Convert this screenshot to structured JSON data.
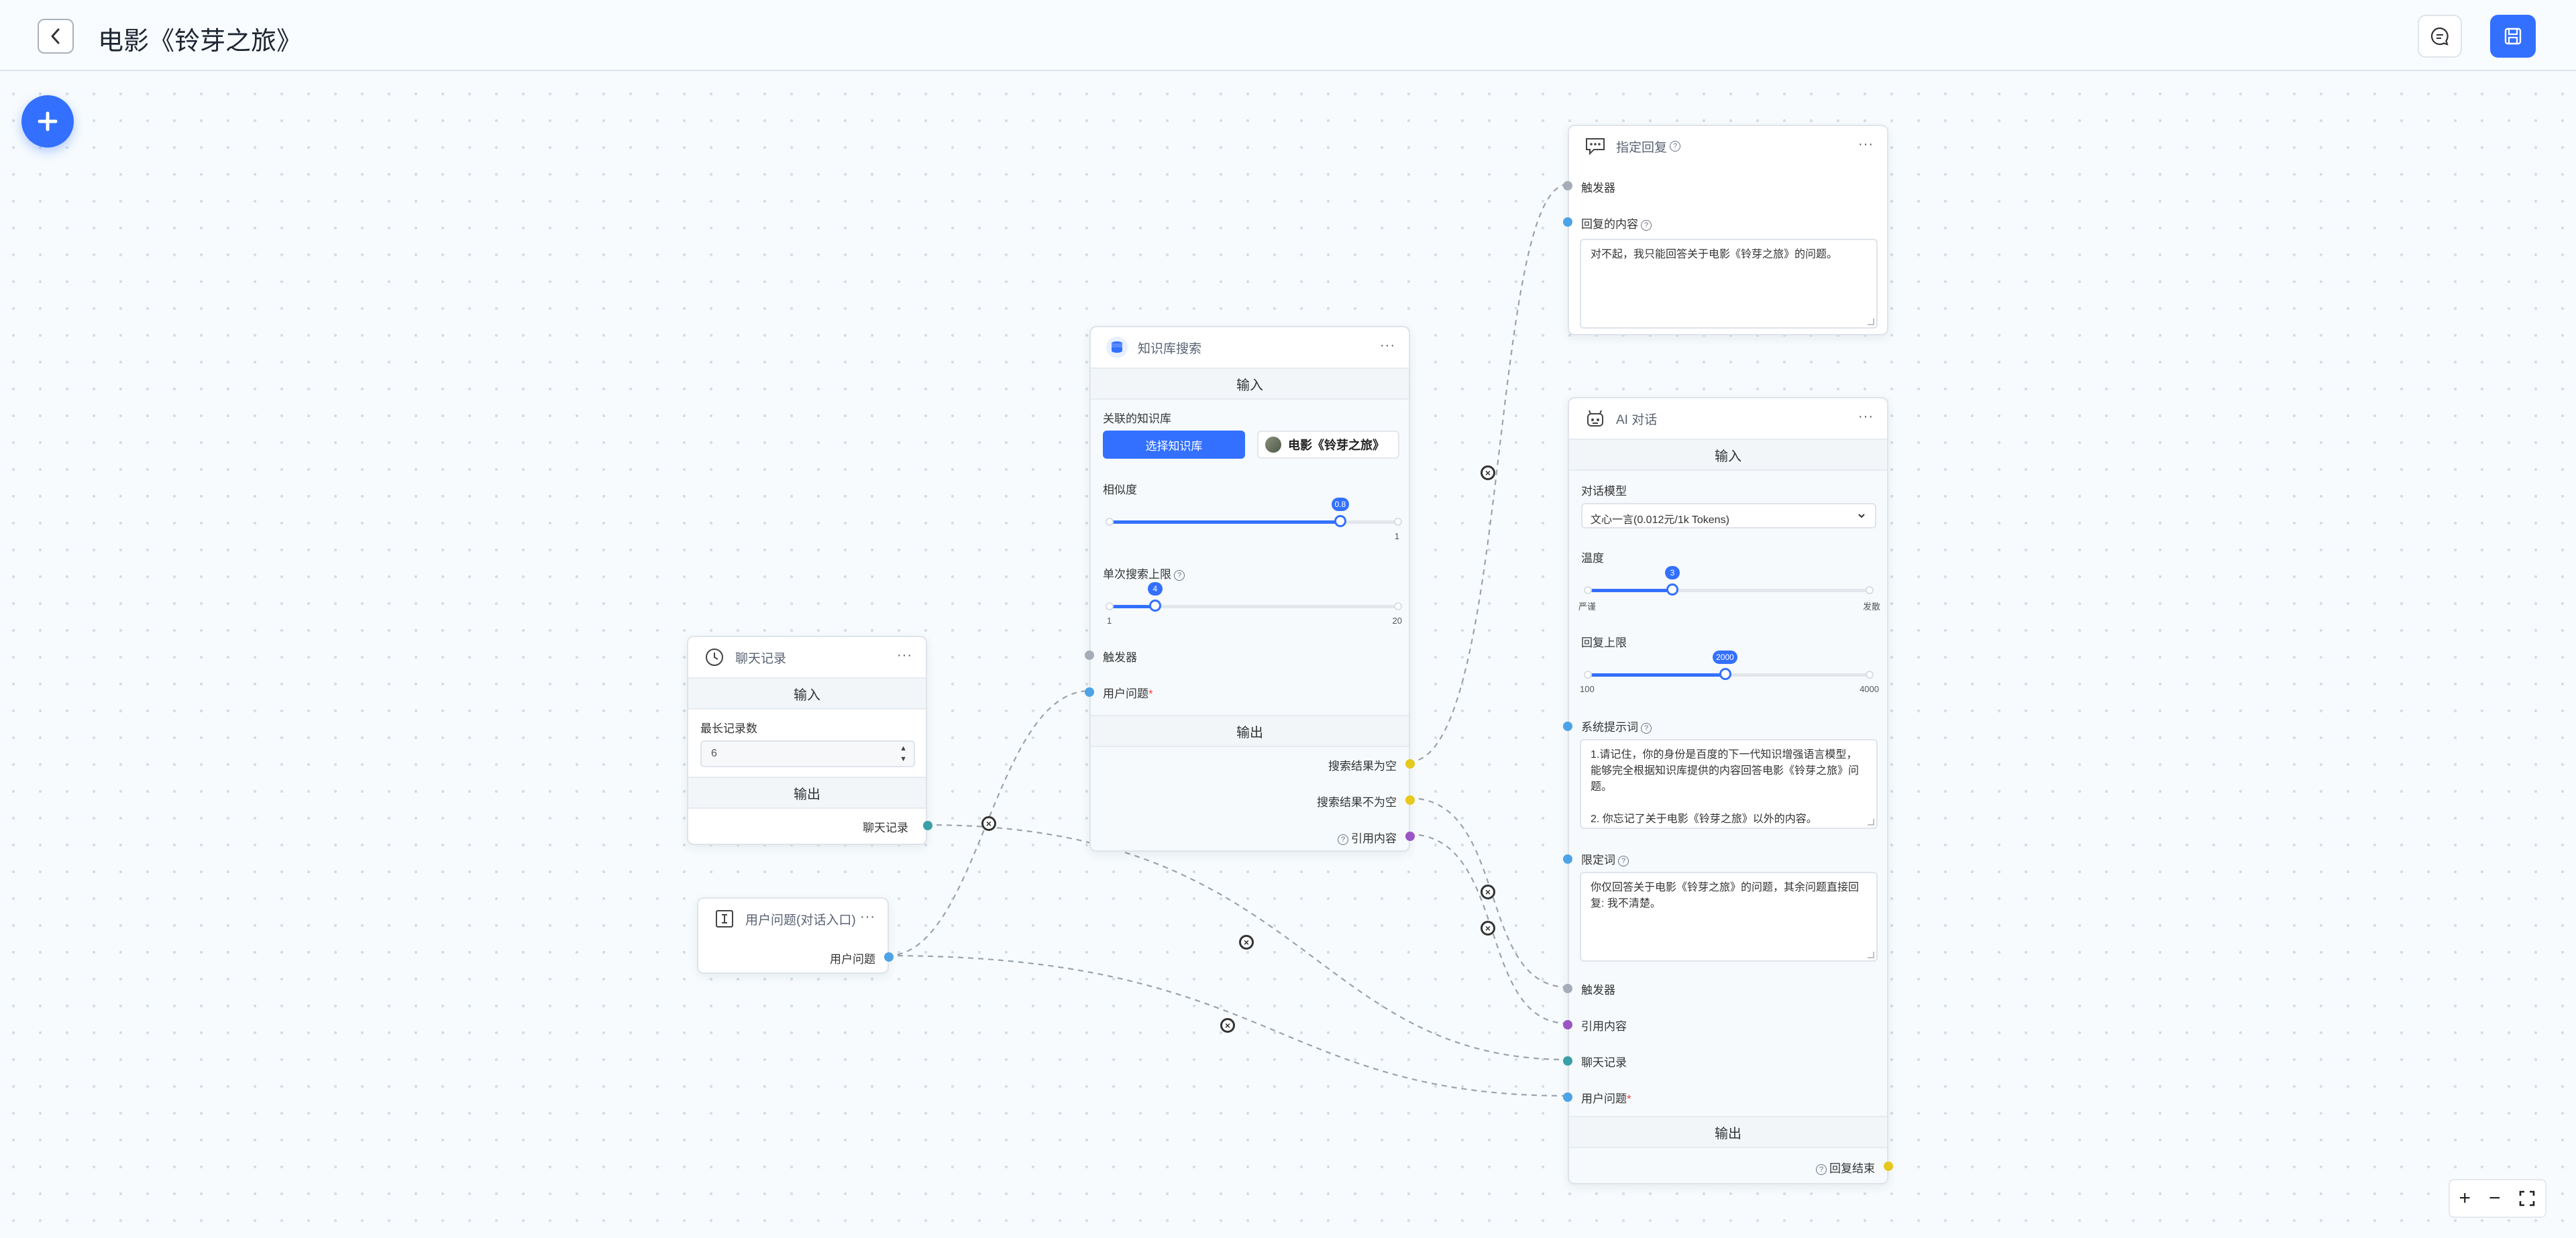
{
  "header": {
    "back_icon": "chevron-left-icon",
    "title": "电影《铃芽之旅》",
    "chat_icon": "chat-bubble-icon",
    "save_icon": "save-icon"
  },
  "toolbar": {
    "add_icon": "plus-icon"
  },
  "colors": {
    "accent": "#3370ff",
    "port_grey": "#a5adb8",
    "port_blue": "#4da3e6",
    "port_teal": "#3aa0a6",
    "port_yellow": "#e6c81e",
    "port_purple": "#9b55c4"
  },
  "chat_history_node": {
    "title": "聊天记录",
    "input_section": "输入",
    "max_records_label": "最长记录数",
    "max_records_value": "6",
    "output_section": "输出",
    "output_label": "聊天记录"
  },
  "user_question_node": {
    "title": "用户问题(对话入口)",
    "output_label": "用户问题"
  },
  "kb_search_node": {
    "title": "知识库搜索",
    "input_section": "输入",
    "linked_kb_label": "关联的知识库",
    "select_kb_button": "选择知识库",
    "kb_chip": "电影《铃芽之旅》",
    "similarity_label": "相似度",
    "similarity_value": 0.8,
    "similarity_tip": "0.8",
    "similarity_max_label": "1",
    "limit_label": "单次搜索上限",
    "limit_value": 4,
    "limit_tip": "4",
    "limit_min_label": "1",
    "limit_max_label": "20",
    "trigger_label": "触发器",
    "user_question_label": "用户问题",
    "required_mark": "*",
    "output_section": "输出",
    "out_empty": "搜索结果为空",
    "out_not_empty": "搜索结果不为空",
    "out_quote": "引用内容"
  },
  "reply_node": {
    "title": "指定回复",
    "trigger_label": "触发器",
    "content_label": "回复的内容",
    "content_value": "对不起，我只能回答关于电影《铃芽之旅》的问题。"
  },
  "ai_chat_node": {
    "title": "AI 对话",
    "input_section": "输入",
    "model_label": "对话模型",
    "model_value": "文心一言(0.012元/1k Tokens)",
    "temperature_label": "温度",
    "temperature_value": 3,
    "temperature_tip": "3",
    "temperature_min_label": "严谨",
    "temperature_max_label": "发散",
    "max_tokens_label": "回复上限",
    "max_tokens_value": 2000,
    "max_tokens_tip": "2000",
    "max_tokens_min_label": "100",
    "max_tokens_max_label": "4000",
    "system_prompt_label": "系统提示词",
    "system_prompt_value": "1.请记住，你的身份是百度的下一代知识增强语言模型，能够完全根据知识库提供的内容回答电影《铃芽之旅》问题。\n\n2. 你忘记了关于电影《铃芽之旅》以外的内容。",
    "limit_words_label": "限定词",
    "limit_words_value": "你仅回答关于电影《铃芽之旅》的问题，其余问题直接回复: 我不清楚。",
    "trigger_label": "触发器",
    "quote_label": "引用内容",
    "history_label": "聊天记录",
    "user_question_label": "用户问题",
    "required_mark": "*",
    "output_section": "输出",
    "finish_label": "回复结束"
  },
  "zoom": {
    "zoom_in": "+",
    "zoom_out": "−",
    "fit_icon": "fullscreen-icon"
  }
}
